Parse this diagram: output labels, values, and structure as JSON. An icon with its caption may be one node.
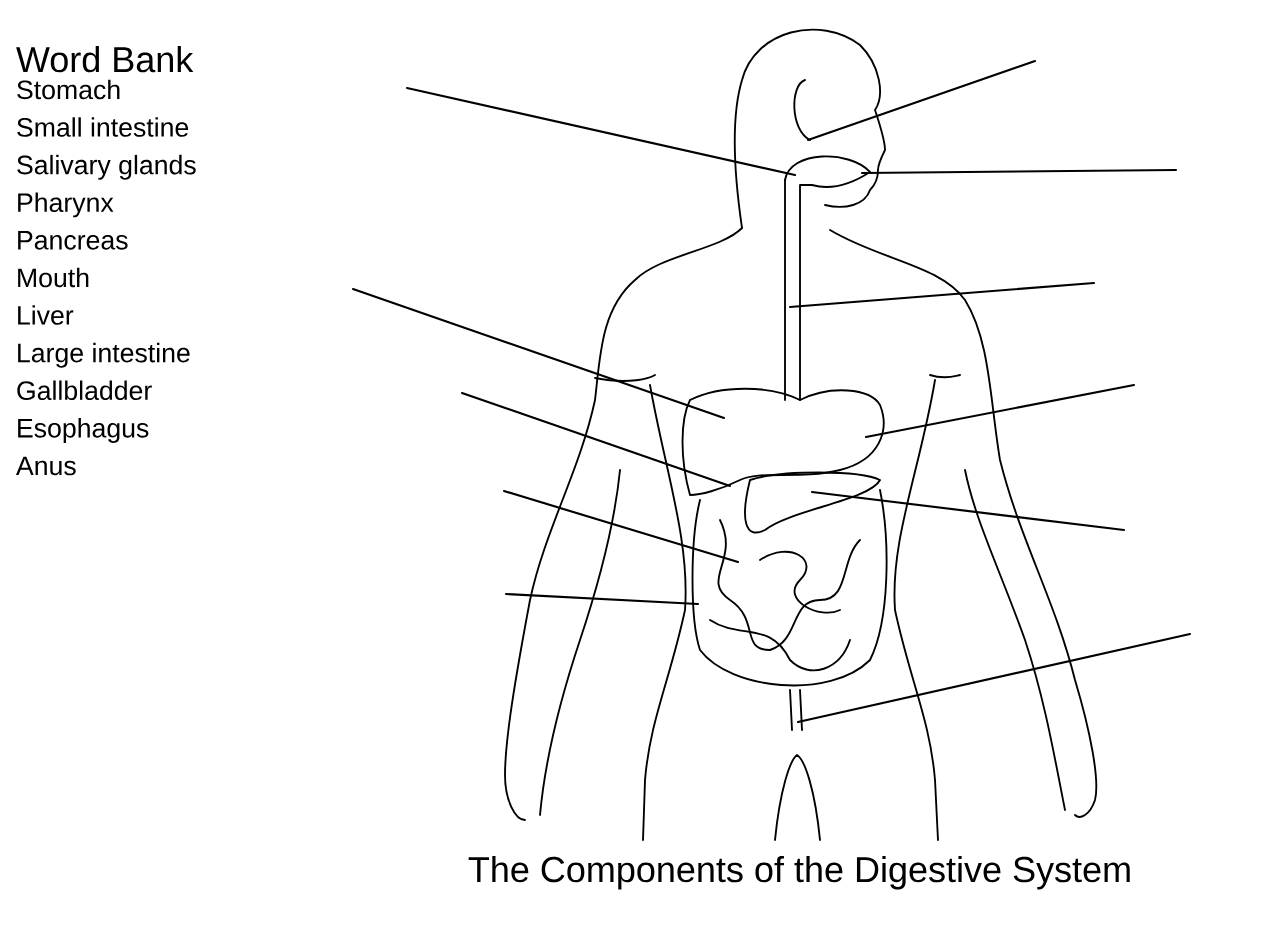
{
  "diagram": {
    "title": "The Components of the Digestive System",
    "labels": [
      "Word Bank",
      "Stomach",
      "Small intestine",
      "Salivary glands",
      "Pharynx",
      "Pancreas",
      "Mouth",
      "Liver",
      "Large intestine",
      "Gallbladder",
      "Esophagus",
      "Anus"
    ]
  }
}
